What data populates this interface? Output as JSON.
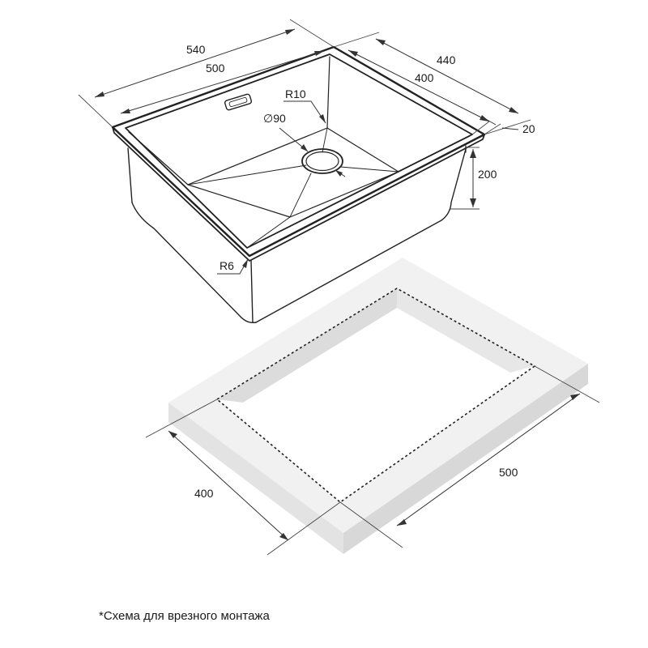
{
  "sink": {
    "dimensions": {
      "outer_length": "540",
      "bowl_length": "500",
      "outer_width": "440",
      "bowl_width": "400",
      "rim_width": "20",
      "depth": "200",
      "corner_radius": "R10",
      "drain_diameter": "∅90",
      "rim_radius": "R6"
    }
  },
  "cutout": {
    "dimensions": {
      "width": "400",
      "length": "500"
    }
  },
  "caption": "*Схема для врезного монтажа",
  "colors": {
    "line": "#222222",
    "slab_top": "#f1f1f1",
    "slab_front": "#e2e2e2",
    "slab_side": "#d6d6d6",
    "cutout_wall": "#dcdcdc"
  }
}
